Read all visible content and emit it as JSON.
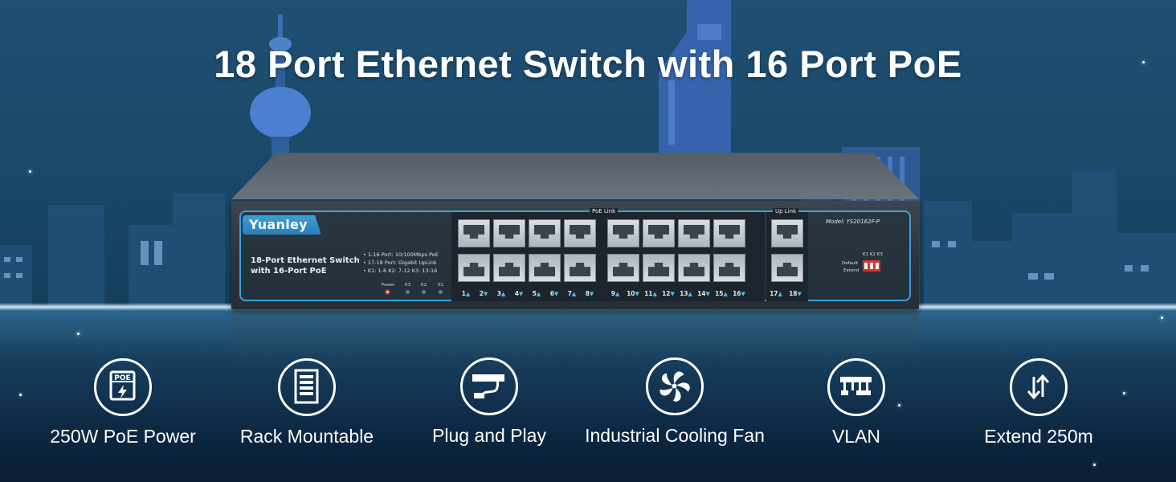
{
  "headline": "18 Port Ethernet Switch with 16 Port PoE",
  "device": {
    "brand": "Yuanley",
    "title_line1": "18-Port Ethernet Switch",
    "title_line2": "with 16-Port PoE",
    "specs": [
      "• 1-16 Port: 10/100Mbps PoE",
      "• 17-18 Port: Gigabit UpLink",
      "• K1: 1-6  K2: 7-12  K3: 13-16"
    ],
    "leds": [
      "Power",
      "K3",
      "K2",
      "K1"
    ],
    "poe_link_label": "PoE Link",
    "uplink_label": "Up Link",
    "model": "Model: YS20162F-P",
    "dip_labels": {
      "keys": "K1 K2 K3",
      "default": "Default",
      "extend": "Extend"
    },
    "ports_top": [
      "1",
      "3",
      "5",
      "7",
      "9",
      "11",
      "13",
      "15"
    ],
    "ports_labels": [
      "1",
      "2",
      "3",
      "4",
      "5",
      "6",
      "7",
      "8",
      "9",
      "10",
      "11",
      "12",
      "13",
      "14",
      "15",
      "16"
    ],
    "uplink_port_labels": [
      "17",
      "18"
    ]
  },
  "features": [
    {
      "icon": "poe-icon",
      "label": "250W PoE Power"
    },
    {
      "icon": "rack-icon",
      "label": "Rack Mountable"
    },
    {
      "icon": "plug-icon",
      "label": "Plug and Play"
    },
    {
      "icon": "fan-icon",
      "label": "Industrial Cooling Fan"
    },
    {
      "icon": "vlan-icon",
      "label": "VLAN"
    },
    {
      "icon": "extend-icon",
      "label": "Extend 250m"
    }
  ],
  "poe_icon_text": "POE",
  "colors": {
    "accent": "#3aa0d8",
    "port_arrow": "#40c1f1",
    "dip": "#d7332c"
  }
}
